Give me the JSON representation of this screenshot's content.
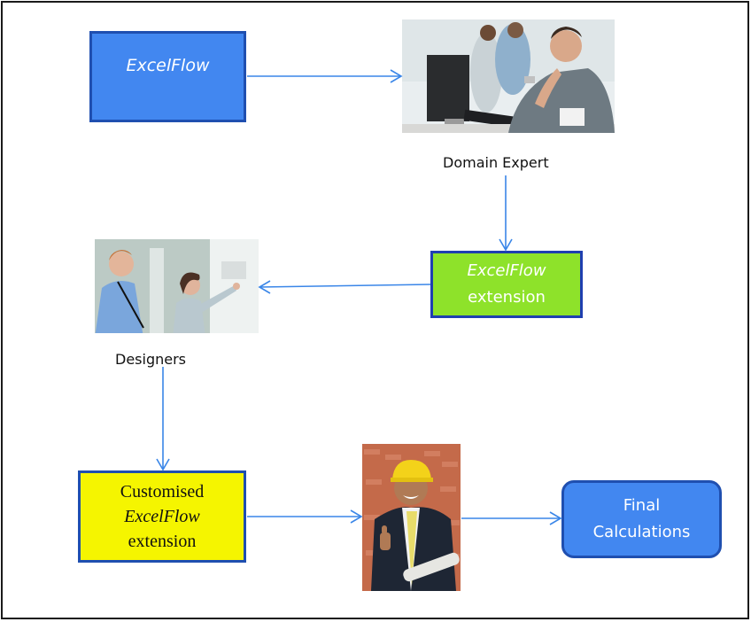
{
  "diagram": {
    "nodes": {
      "excelflow": {
        "line1": "ExcelFlow"
      },
      "domain_expert": {
        "label": "Domain Expert",
        "image": "man-at-computer-photo"
      },
      "extension": {
        "line1": "ExcelFlow",
        "line2": "extension"
      },
      "designers": {
        "label": "Designers",
        "image": "designers-at-whiteboard-photo"
      },
      "customised": {
        "line1": "Customised",
        "line2": "ExcelFlow",
        "line3": "extension"
      },
      "engineer": {
        "image": "engineer-in-hardhat-photo"
      },
      "final": {
        "line1": "Final",
        "line2": "Calculations"
      }
    },
    "edges": [
      {
        "from": "ExcelFlow",
        "to": "Domain Expert"
      },
      {
        "from": "Domain Expert",
        "to": "ExcelFlow extension"
      },
      {
        "from": "ExcelFlow extension",
        "to": "Designers"
      },
      {
        "from": "Designers",
        "to": "Customised ExcelFlow extension"
      },
      {
        "from": "Customised ExcelFlow extension",
        "to": "Engineer"
      },
      {
        "from": "Engineer",
        "to": "Final Calculations"
      }
    ],
    "colors": {
      "blue_box": "#4287f0",
      "green_box": "#8ee22a",
      "yellow_box": "#f5f500",
      "border": "#1f4fb0",
      "arrow": "#3a86e8"
    }
  }
}
